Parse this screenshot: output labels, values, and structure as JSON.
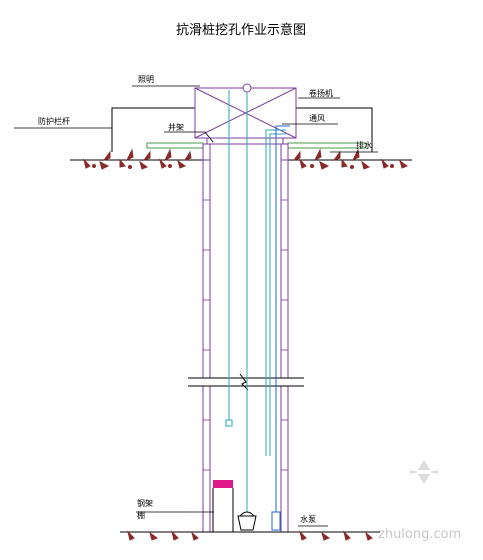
{
  "title": "抗滑桩挖孔作业示意图",
  "labels": {
    "lighting": "照明",
    "guardrail": "防护栏杆",
    "winch": "卷扬机",
    "well_frame": "井架",
    "ventilation": "通风",
    "drainage": "排水",
    "steel_frame": "钢架",
    "shed": "棚",
    "pump": "水泵"
  },
  "watermark": "zhulong.com",
  "colors": {
    "line": "#000000",
    "frame": "#7a3fa0",
    "water": "#2aa6b8",
    "soil": "#8a2a2a",
    "guardrail": "#4a9a4a",
    "bucket": "#e0188a",
    "pipe_blue": "#2266cc"
  }
}
